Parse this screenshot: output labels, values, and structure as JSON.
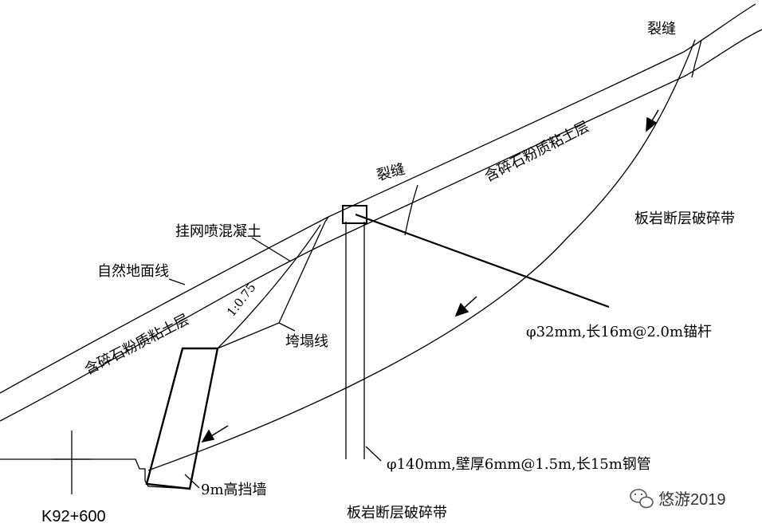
{
  "diagram": {
    "labels": {
      "crack_top": "裂缝",
      "crack_mid": "裂缝",
      "soil_layer_upper": "含碎石粉质粘土层",
      "soil_layer_lower": "含碎石粉质粘土层",
      "fault_zone_right": "板岩断层破碎带",
      "fault_zone_bottom": "板岩断层破碎带",
      "shotcrete": "挂网喷混凝土",
      "natural_ground": "自然地面线",
      "slope_ratio": "1:0.75",
      "collapse_line": "垮塌线",
      "anchor_spec": "φ32mm,长16m@2.0m锚杆",
      "pipe_spec": "φ140mm,壁厚6mm@1.5m,长15m钢管",
      "retaining_wall": "9m高挡墙",
      "station": "K92+600"
    },
    "watermark": {
      "text": "悠游2019",
      "icon": "wechat-icon"
    }
  }
}
